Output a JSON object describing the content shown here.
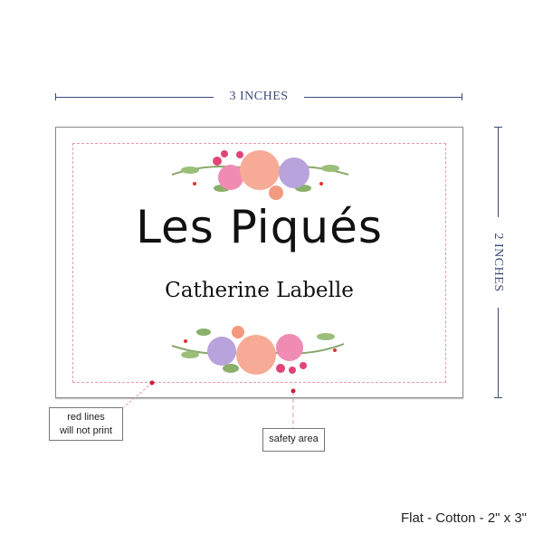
{
  "dimensions": {
    "width_label": "3 INCHES",
    "height_label": "2 INCHES"
  },
  "label": {
    "title": "Les Piqués",
    "name": "Catherine Labelle"
  },
  "callouts": {
    "red_lines_line1": "red lines",
    "red_lines_line2": "will not print",
    "safety_area": "safety area"
  },
  "footer": "Flat - Cotton - 2\" x 3\"",
  "colors": {
    "dimension": "#3b4a7a",
    "safety_line": "#e79aa8",
    "marker": "#c8203a"
  }
}
